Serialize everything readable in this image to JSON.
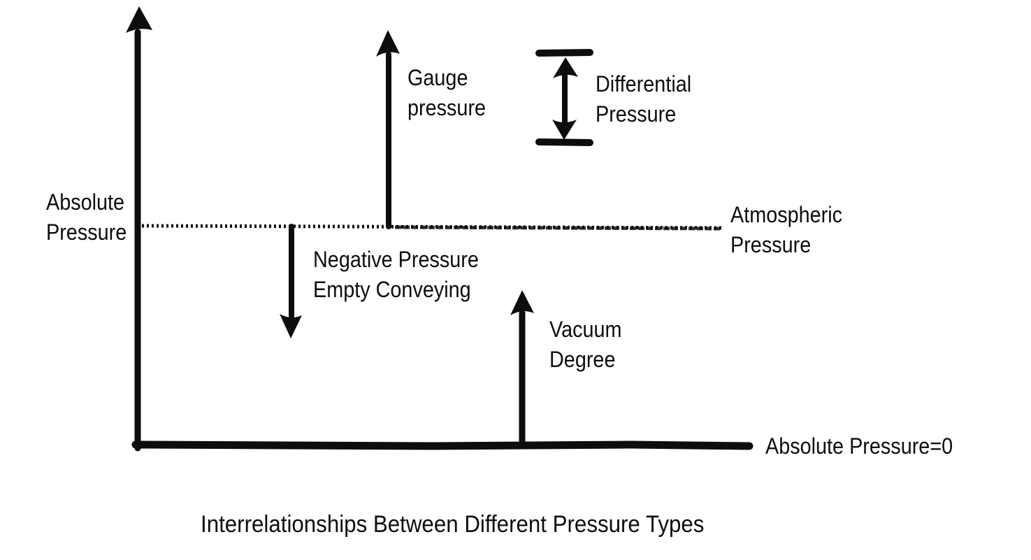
{
  "title": "Interrelationships Between Different Pressure Types",
  "labels": {
    "absolute": {
      "line1": "Absolute",
      "line2": "Pressure"
    },
    "gauge": {
      "line1": "Gauge",
      "line2": "pressure"
    },
    "differential": {
      "line1": "Differential",
      "line2": "Pressure"
    },
    "atmospheric": {
      "line1": "Atmospheric",
      "line2": "Pressure"
    },
    "negative": {
      "line1": "Negative Pressure",
      "line2": "Empty Conveying"
    },
    "vacuum": {
      "line1": "Vacuum",
      "line2": "Degree"
    },
    "absolute_zero": "Absolute Pressure=0"
  },
  "reference_lines": {
    "atmospheric_line_style": "dotted",
    "zero_line_style": "solid"
  },
  "colors": {
    "ink": "#0d0d0d",
    "paper": "#ffffff"
  }
}
